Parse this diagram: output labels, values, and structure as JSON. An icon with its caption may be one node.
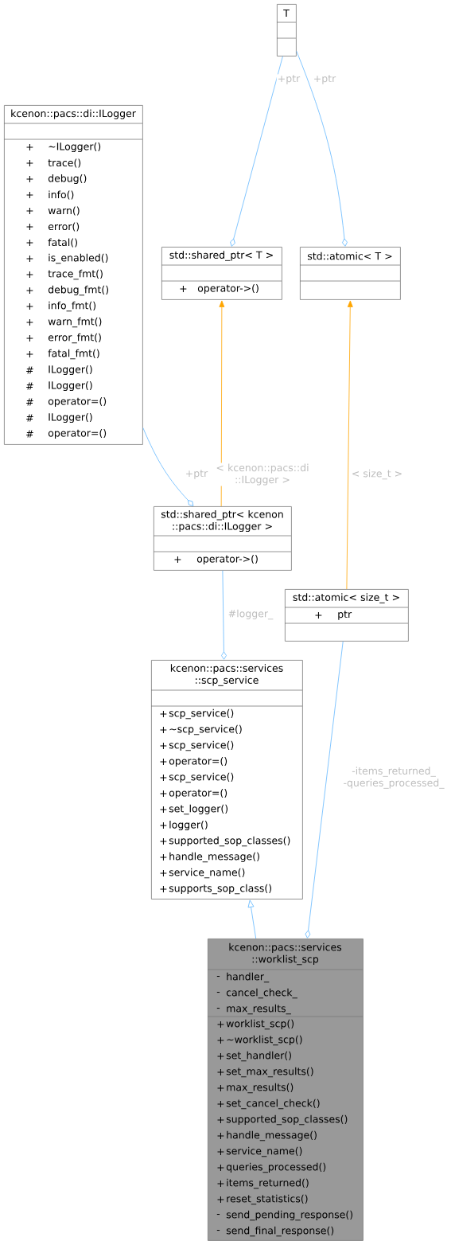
{
  "diagram": {
    "nodes": [
      {
        "text": [
          "T"
        ]
      },
      {
        "text": [
          "kcenon::pacs::di::ILogger",
          "+",
          "~ILogger()",
          "+",
          "trace()",
          "+",
          "debug()",
          "+",
          "info()",
          "+",
          "warn()",
          "+",
          "error()",
          "+",
          "fatal()",
          "+",
          "is_enabled()",
          "+",
          "trace_fmt()",
          "+",
          "debug_fmt()",
          "+",
          "info_fmt()",
          "+",
          "warn_fmt()",
          "+",
          "error_fmt()",
          "+",
          "fatal_fmt()",
          "#",
          "ILogger()",
          "#",
          "ILogger()",
          "#",
          "operator=()",
          "#",
          "ILogger()",
          "#",
          "operator=()"
        ]
      },
      {
        "text": [
          "std::shared_ptr< T >",
          "+",
          "operator->()"
        ]
      },
      {
        "text": [
          "std::atomic< T >"
        ]
      },
      {
        "text": [
          "std::shared_ptr< kcenon ::pacs::di::ILogger >",
          "+",
          "operator->()"
        ]
      },
      {
        "text": [
          "std::atomic< size_t >",
          "+",
          "ptr"
        ]
      },
      {
        "text": [
          "kcenon::pacs::services ::scp_service",
          "+",
          "scp_service()",
          "+",
          "~scp_service()",
          "+",
          "scp_service()",
          "+",
          "operator=()",
          "+",
          "scp_service()",
          "+",
          "operator=()",
          "+",
          "set_logger()",
          "+",
          "logger()",
          "+",
          "supported_sop_classes()",
          "+",
          "handle_message()",
          "+",
          "service_name()",
          "+",
          "supports_sop_class()"
        ]
      },
      {
        "text": [
          "kcenon::pacs::services ::worklist_scp",
          "-",
          "handler_",
          "-",
          "cancel_check_",
          "-",
          "max_results_",
          "+",
          "worklist_scp()",
          "+",
          "~worklist_scp()",
          "+",
          "set_handler()",
          "+",
          "set_max_results()",
          "+",
          "max_results()",
          "+",
          "set_cancel_check()",
          "+",
          "supported_sop_classes()",
          "+",
          "handle_message()",
          "+",
          "service_name()",
          "+",
          "queries_processed()",
          "+",
          "items_returned()",
          "+",
          "reset_statistics()",
          "-",
          "send_pending_response()",
          "-",
          "send_final_response()"
        ]
      }
    ],
    "edges": [
      {
        "from": 0,
        "to": 2,
        "arrow": "other",
        "label": "+ptr"
      },
      {
        "from": 0,
        "to": 3,
        "arrow": "other",
        "label": "+ptr"
      },
      {
        "from": 1,
        "to": 4,
        "arrow": "other",
        "label": "+ptr"
      },
      {
        "from": 4,
        "to": 2,
        "arrow": "to",
        "label": "< kcenon::pacs::di ::ILogger >",
        "color": "#ffa500"
      },
      {
        "from": 5,
        "to": 3,
        "arrow": "to",
        "label": "< size_t >",
        "color": "#ffa500"
      },
      {
        "from": 4,
        "to": 6,
        "arrow": "other",
        "label": "#logger_"
      },
      {
        "from": 5,
        "to": 7,
        "arrow": "other",
        "label": "-items_returned_ -queries_processed_"
      },
      {
        "from": 7,
        "to": 6,
        "arrow": "to"
      }
    ]
  }
}
